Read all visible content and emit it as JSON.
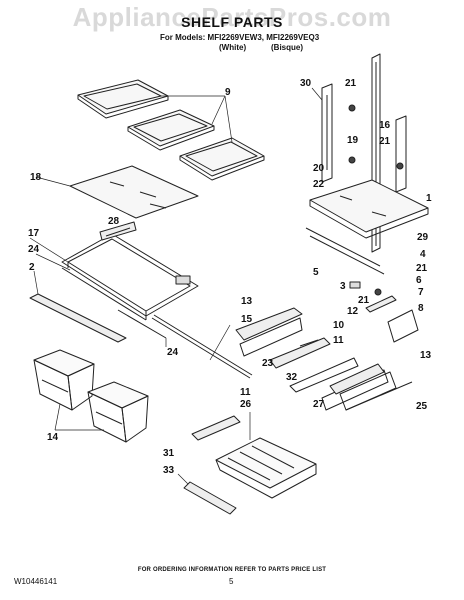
{
  "watermark": "AppliancePartsPros.com",
  "header": {
    "title": "SHELF PARTS",
    "models_line": "For Models: MFI2269VEW3, MFI2269VEQ3",
    "variant_white": "(White)",
    "variant_bisque": "(Bisque)"
  },
  "callouts": {
    "c1": "1",
    "c2": "2",
    "c3": "3",
    "c4": "4",
    "c5": "5",
    "c6": "6",
    "c7": "7",
    "c8": "8",
    "c9": "9",
    "c10": "10",
    "c11a": "11",
    "c11b": "11",
    "c12": "12",
    "c13a": "13",
    "c13b": "13",
    "c14": "14",
    "c15": "15",
    "c16": "16",
    "c17": "17",
    "c18": "18",
    "c19": "19",
    "c20": "20",
    "c21a": "21",
    "c21b": "21",
    "c21c": "21",
    "c21d": "21",
    "c22": "22",
    "c23": "23",
    "c24a": "24",
    "c24b": "24",
    "c25": "25",
    "c26": "26",
    "c27": "27",
    "c28": "28",
    "c29": "29",
    "c30": "30",
    "c31": "31",
    "c32": "32",
    "c33": "33"
  },
  "footer": {
    "ordering_note": "FOR ORDERING INFORMATION REFER TO PARTS PRICE LIST",
    "doc_number": "W10446141",
    "page_number": "5"
  },
  "colors": {
    "line": "#222222",
    "glass_fill": "#f4f4f4",
    "watermark": "#d9d9d9"
  }
}
